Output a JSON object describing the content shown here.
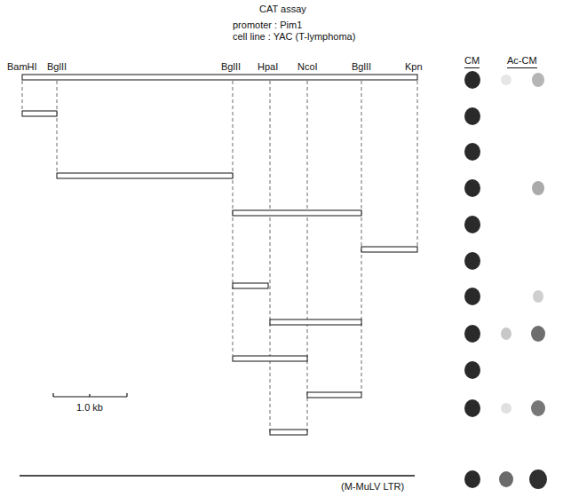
{
  "diagram": {
    "title": "CAT assay",
    "labels": [
      "promoter : Pim1",
      "cell line : YAC (T-lymphoma)",
      "BamHI",
      "BglII",
      "BglII",
      "HpaI",
      "NcoI",
      "BglII",
      "Kpn",
      "1.0 kb",
      "(M-MuLV LTR)",
      "CM",
      "Ac-CM"
    ]
  }
}
